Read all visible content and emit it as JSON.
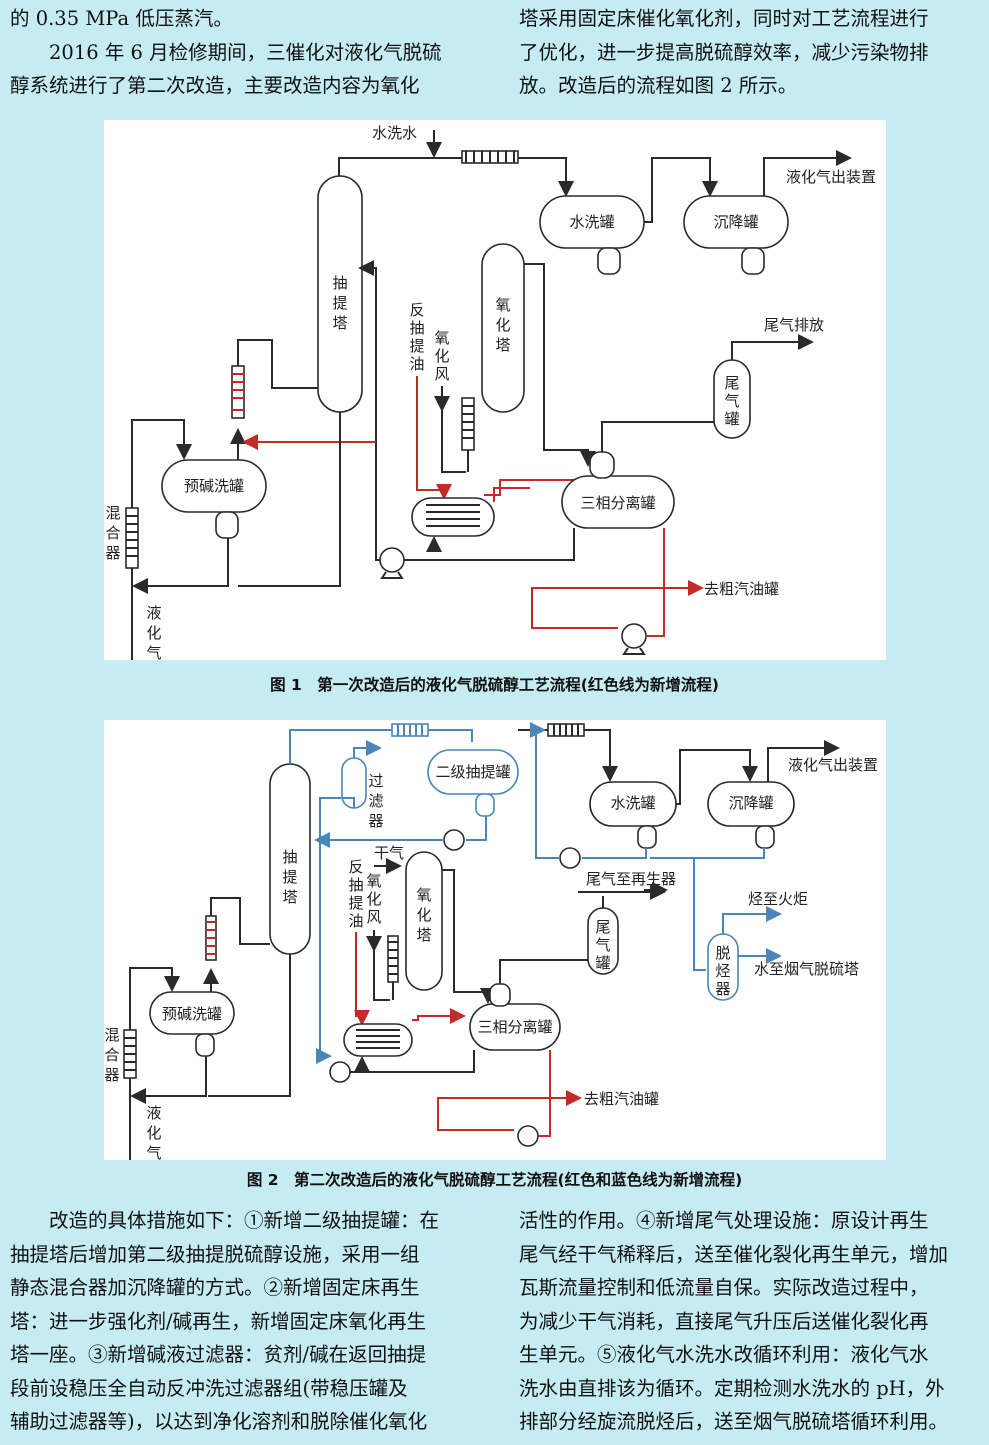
{
  "top_text": {
    "left": [
      "的 0.35 MPa 低压蒸汽。",
      "　　2016 年 6 月检修期间，三催化对液化气脱硫",
      "醇系统进行了第二次改造，主要改造内容为氧化"
    ],
    "right": [
      "塔采用固定床催化氧化剂，同时对工艺流程进行",
      "了优化，进一步提高脱硫醇效率，减少污染物排",
      "放。改造后的流程如图 2 所示。"
    ]
  },
  "figure1": {
    "caption": "图 1　第一次改造后的液化气脱硫醇工艺流程(红色线为新增流程)",
    "labels": {
      "water_in": "水洗水",
      "lpg_out": "液化气出装置",
      "water_wash_tank": "水洗罐",
      "settling_tank": "沉降罐",
      "extraction_tower": [
        "抽",
        "提",
        "塔"
      ],
      "back_extraction_oil": [
        "反",
        "抽",
        "提",
        "油"
      ],
      "oxidation_air": [
        "氧",
        "化",
        "风"
      ],
      "oxidation_tower": [
        "氧",
        "化",
        "塔"
      ],
      "tail_gas_vent": "尾气排放",
      "tail_gas_tank": [
        "尾",
        "气",
        "罐"
      ],
      "pre_caustic_tank": "预碱洗罐",
      "three_phase_separator": "三相分离罐",
      "mixer": [
        "混",
        "合",
        "器"
      ],
      "to_gasoline_tank": "去粗汽油罐",
      "lpg_in": [
        "液",
        "化",
        "气"
      ]
    }
  },
  "figure2": {
    "caption": "图 2　第二次改造后的液化气脱硫醇工艺流程(红色和蓝色线为新增流程)",
    "labels": {
      "filter": [
        "过",
        "滤",
        "器"
      ],
      "secondary_extraction_tank": "二级抽提罐",
      "lpg_out": "液化气出装置",
      "water_wash_tank": "水洗罐",
      "settling_tank": "沉降罐",
      "extraction_tower": [
        "抽",
        "提",
        "塔"
      ],
      "dry_gas": "干气",
      "back_extraction_oil": [
        "反",
        "抽",
        "提",
        "油"
      ],
      "oxidation_air": [
        "氧",
        "化",
        "风"
      ],
      "oxidation_tower": [
        "氧",
        "化",
        "塔"
      ],
      "tail_gas_to_regen": "尾气至再生器",
      "tail_gas_tank": [
        "尾",
        "气",
        "罐"
      ],
      "hydrocarbon_to_flare": "烃至火炬",
      "dehydrocarbon": [
        "脱",
        "烃",
        "器"
      ],
      "water_to_desulf": "水至烟气脱硫塔",
      "pre_caustic_tank": "预碱洗罐",
      "three_phase_separator": "三相分离罐",
      "mixer": [
        "混",
        "合",
        "器"
      ],
      "to_gasoline_tank": "去粗汽油罐",
      "lpg_in": [
        "液",
        "化",
        "气"
      ]
    }
  },
  "bottom_text": {
    "left": [
      "　　改造的具体措施如下：①新增二级抽提罐：在",
      "抽提塔后增加第二级抽提脱硫醇设施，采用一组",
      "静态混合器加沉降罐的方式。②新增固定床再生",
      "塔：进一步强化剂/碱再生，新增固定床氧化再生",
      "塔一座。③新增碱液过滤器：贫剂/碱在返回抽提",
      "段前设稳压全自动反冲洗过滤器组(带稳压罐及",
      "辅助过滤器等)，以达到净化溶剂和脱除催化氧化"
    ],
    "right": [
      "活性的作用。④新增尾气处理设施：原设计再生",
      "尾气经干气稀释后，送至催化裂化再生单元，增加",
      "瓦斯流量控制和低流量自保。实际改造过程中，",
      "为减少干气消耗，直接尾气升压后送催化裂化再",
      "生单元。⑤液化气水洗水改循环利用：液化气水",
      "洗水由直排该为循环。定期检测水洗水的 pH，外",
      "排部分经旋流脱烃后，送至烟气脱硫塔循环利用。"
    ]
  }
}
